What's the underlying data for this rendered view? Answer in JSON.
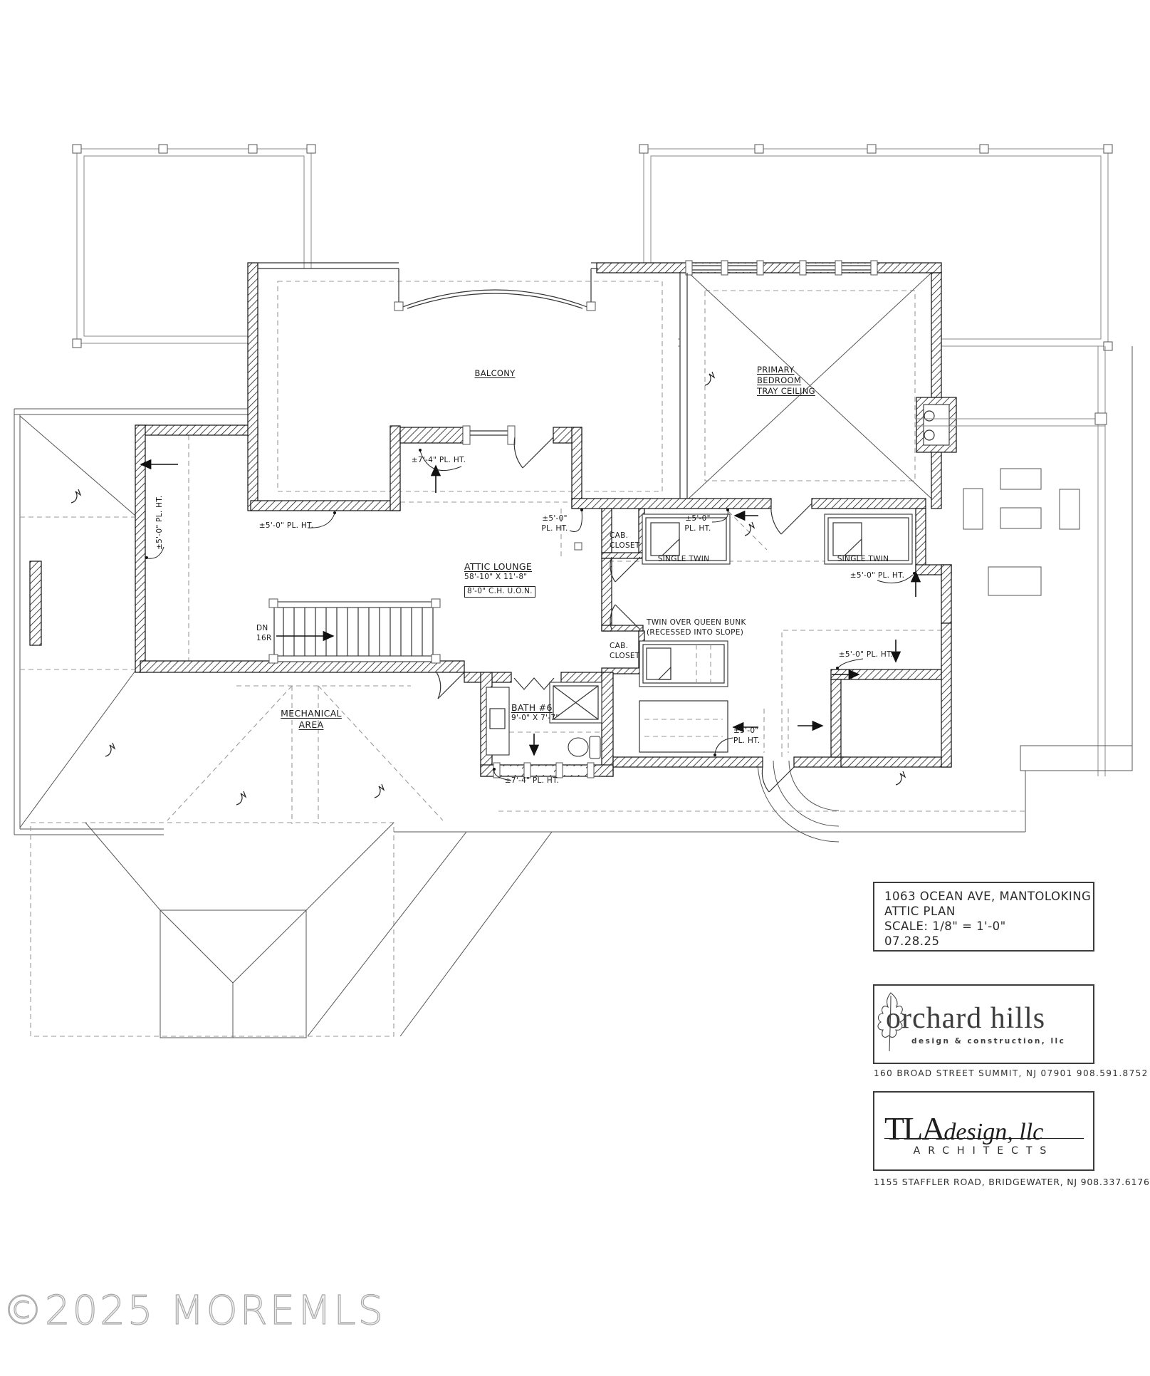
{
  "plan": {
    "rooms": {
      "balcony": "BALCONY",
      "primary_bedroom": "PRIMARY\nBEDROOM\nTRAY CEILING",
      "attic_lounge": {
        "name": "ATTIC LOUNGE",
        "dims": "58'-10\" X 11'-8\"",
        "note": "8'-0\" C.H. U.O.N."
      },
      "bath": {
        "name": "BATH #6",
        "dims": "9'-0\" X 7'-7\""
      },
      "mechanical": "MECHANICAL\nAREA"
    },
    "beds": {
      "single_twin": "SINGLE TWIN",
      "bunk": "TWIN OVER QUEEN BUNK\n(RECESSED INTO SLOPE)"
    },
    "closets": {
      "cab_closet": "CAB.\nCLOSET"
    },
    "stairs": {
      "down": "DN\n16R"
    },
    "heights": {
      "pl74": "±7'-4\" PL. HT.",
      "pl50": "±5'-0\" PL. HT.",
      "pl50_two_line": "±5'-0\"\nPL. HT."
    }
  },
  "title_block": {
    "address": "1063 OCEAN AVE, MANTOLOKING",
    "plan_name": "ATTIC PLAN",
    "scale": "SCALE: 1/8\" = 1'-0\"",
    "date": "07.28.25"
  },
  "builder": {
    "name": "orchard hills",
    "tagline": "design & construction, llc",
    "address": "160 BROAD STREET  SUMMIT, NJ 07901      908.591.8752"
  },
  "architect": {
    "name_serif": "TLA",
    "name_script": "design, llc",
    "subtitle": "ARCHITECTS",
    "address": "1155 STAFFLER ROAD, BRIDGEWATER, NJ     908.337.6176"
  },
  "watermark": "©2025 MOREMLS"
}
